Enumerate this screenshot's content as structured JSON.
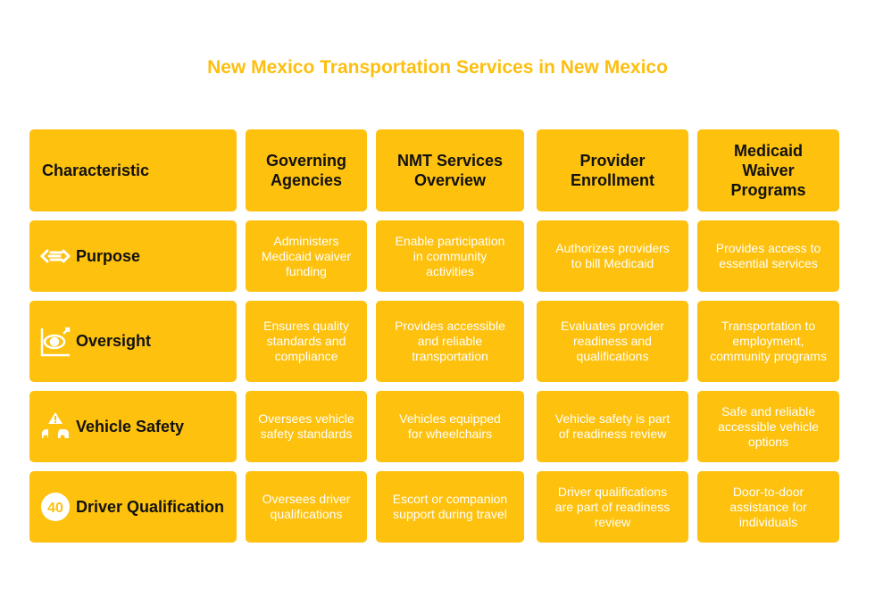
{
  "title": "New Mexico Transportation Services in New Mexico",
  "headers": [
    "Characteristic",
    "Governing Agencies",
    "NMT Services Overview",
    "Provider Enrollment",
    "Medicaid Waiver Programs"
  ],
  "rows": [
    {
      "label": "Purpose",
      "icon": "arrows-icon",
      "cells": [
        "Administers Medicaid waiver funding",
        "Enable participation in community activities",
        "Authorizes providers to bill Medicaid",
        "Provides access to essential services"
      ]
    },
    {
      "label": "Oversight",
      "icon": "eye-chart-icon",
      "cells": [
        "Ensures quality standards and compliance",
        "Provides accessible and reliable transportation",
        "Evaluates provider readiness and qualifications",
        "Transportation to employment, community programs"
      ]
    },
    {
      "label": "Vehicle Safety",
      "icon": "car-warning-icon",
      "cells": [
        "Oversees vehicle safety standards",
        "Vehicles equipped for wheelchairs",
        "Vehicle safety is part of readiness review",
        "Safe and reliable accessible vehicle options"
      ]
    },
    {
      "label": "Driver Qualification",
      "icon": "speed-limit-icon",
      "icon_text": "40",
      "cells": [
        "Oversees driver qualifications",
        "Escort or companion support during travel",
        "Driver qualifications are part of readiness review",
        "Door-to-door assistance for individuals"
      ]
    }
  ],
  "colors": {
    "cell": "#FDC10E",
    "title": "#FDBF0F"
  }
}
